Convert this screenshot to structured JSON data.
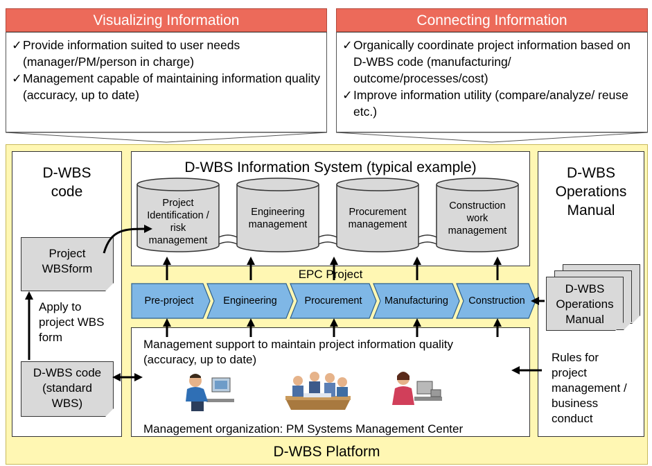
{
  "banners": {
    "left_title": "Visualizing Information",
    "right_title": "Connecting Information"
  },
  "left_box": {
    "items": [
      "Provide information suited to user needs (manager/PM/person in charge)",
      "Management capable of maintaining information quality (accuracy, up to date)"
    ]
  },
  "right_box": {
    "items": [
      "Organically coordinate project information based on D-WBS code (manufacturing/ outcome/processes/cost)",
      "Improve information utility (compare/analyze/ reuse etc.)"
    ]
  },
  "check_glyph": "✓",
  "left_panel": {
    "title_line1": "D-WBS",
    "title_line2": "code",
    "wbsform_line1": "Project",
    "wbsform_line2": "WBSform",
    "apply_line1": "Apply to",
    "apply_line2": "project WBS",
    "apply_line3": "form",
    "std_line1": "D-WBS code",
    "std_line2": "(standard",
    "std_line3": "WBS)"
  },
  "info_system": {
    "title": "D-WBS Information System (typical example)",
    "databases": [
      {
        "l1": "Project",
        "l2": "Identification /",
        "l3": "risk",
        "l4": "management"
      },
      {
        "l1": "Engineering",
        "l2": "management"
      },
      {
        "l1": "Procurement",
        "l2": "management"
      },
      {
        "l1": "Construction",
        "l2": "work",
        "l3": "management"
      }
    ]
  },
  "epc": {
    "label": "EPC Project",
    "phases": [
      "Pre-project",
      "Engineering",
      "Procurement",
      "Manufacturing",
      "Construction"
    ]
  },
  "support": {
    "line1": "Management support to maintain project information quality",
    "line2": "(accuracy, up to date)",
    "org": "Management organization: PM Systems Management Center"
  },
  "right_panel": {
    "title_line1": "D-WBS",
    "title_line2": "Operations",
    "title_line3": "Manual",
    "doc_line1": "D-WBS",
    "doc_line2": "Operations",
    "doc_line3": "Manual",
    "rules_line1": "Rules for",
    "rules_line2": "project",
    "rules_line3": "management /",
    "rules_line4": "business",
    "rules_line5": "conduct"
  },
  "platform_label": "D-WBS Platform",
  "colors": {
    "banner": "#ec6a5a",
    "platform": "#fff7b3",
    "chevron": "#7fb7e6",
    "database": "#d9d9d9"
  }
}
